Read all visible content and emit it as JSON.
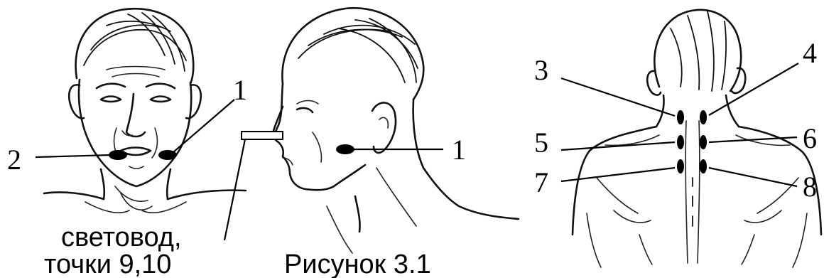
{
  "labels": {
    "front_point_right": "1",
    "front_point_left": "2",
    "profile_point": "1",
    "back_3": "3",
    "back_4": "4",
    "back_5": "5",
    "back_6": "6",
    "back_7": "7",
    "back_8": "8"
  },
  "caption": {
    "lightguide_line1": "световод,",
    "lightguide_line2": "точки 9,10",
    "figure_title": "Рисунок  3.1"
  },
  "colors": {
    "ink": "#000000",
    "background": "#ffffff"
  }
}
